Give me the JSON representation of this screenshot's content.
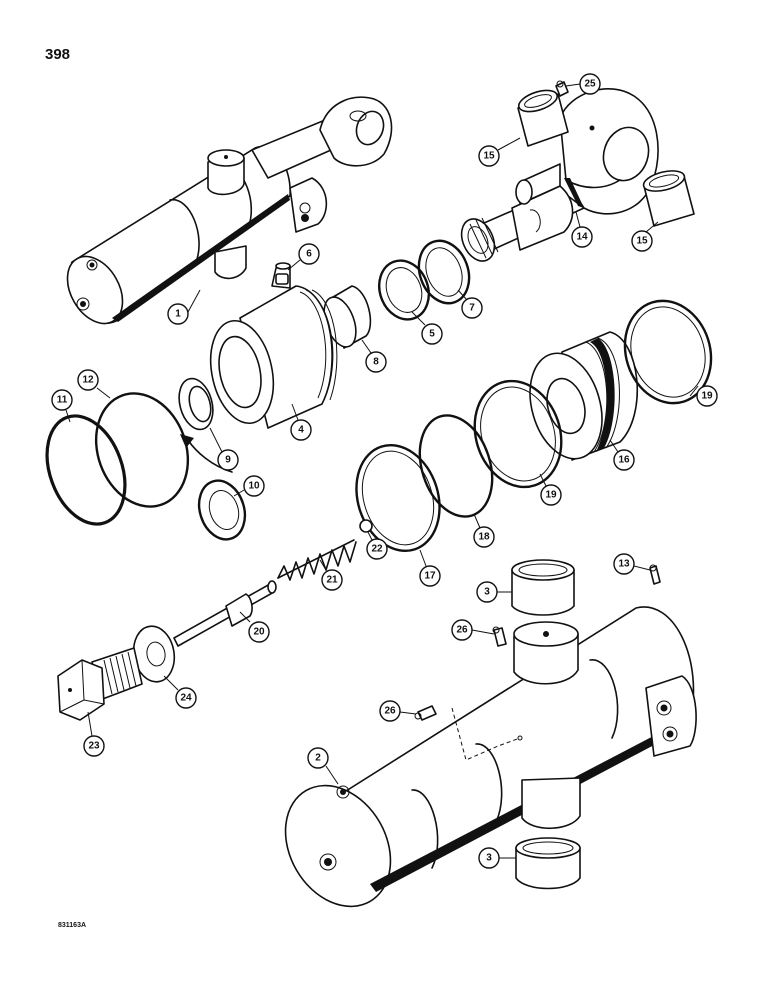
{
  "page_number": "398",
  "drawing_code": "831163A",
  "callouts": [
    {
      "id": "c1",
      "label": "1"
    },
    {
      "id": "c2",
      "label": "2"
    },
    {
      "id": "c3a",
      "label": "3"
    },
    {
      "id": "c3b",
      "label": "3"
    },
    {
      "id": "c4",
      "label": "4"
    },
    {
      "id": "c5",
      "label": "5"
    },
    {
      "id": "c6",
      "label": "6"
    },
    {
      "id": "c7",
      "label": "7"
    },
    {
      "id": "c8",
      "label": "8"
    },
    {
      "id": "c9",
      "label": "9"
    },
    {
      "id": "c10",
      "label": "10"
    },
    {
      "id": "c11",
      "label": "11"
    },
    {
      "id": "c12",
      "label": "12"
    },
    {
      "id": "c13",
      "label": "13"
    },
    {
      "id": "c14",
      "label": "14"
    },
    {
      "id": "c15a",
      "label": "15"
    },
    {
      "id": "c15b",
      "label": "15"
    },
    {
      "id": "c16",
      "label": "16"
    },
    {
      "id": "c17",
      "label": "17"
    },
    {
      "id": "c18",
      "label": "18"
    },
    {
      "id": "c19a",
      "label": "19"
    },
    {
      "id": "c19b",
      "label": "19"
    },
    {
      "id": "c20",
      "label": "20"
    },
    {
      "id": "c21",
      "label": "21"
    },
    {
      "id": "c22",
      "label": "22"
    },
    {
      "id": "c23",
      "label": "23"
    },
    {
      "id": "c24",
      "label": "24"
    },
    {
      "id": "c25",
      "label": "25"
    },
    {
      "id": "c26a",
      "label": "26"
    },
    {
      "id": "c26b",
      "label": "26"
    }
  ]
}
